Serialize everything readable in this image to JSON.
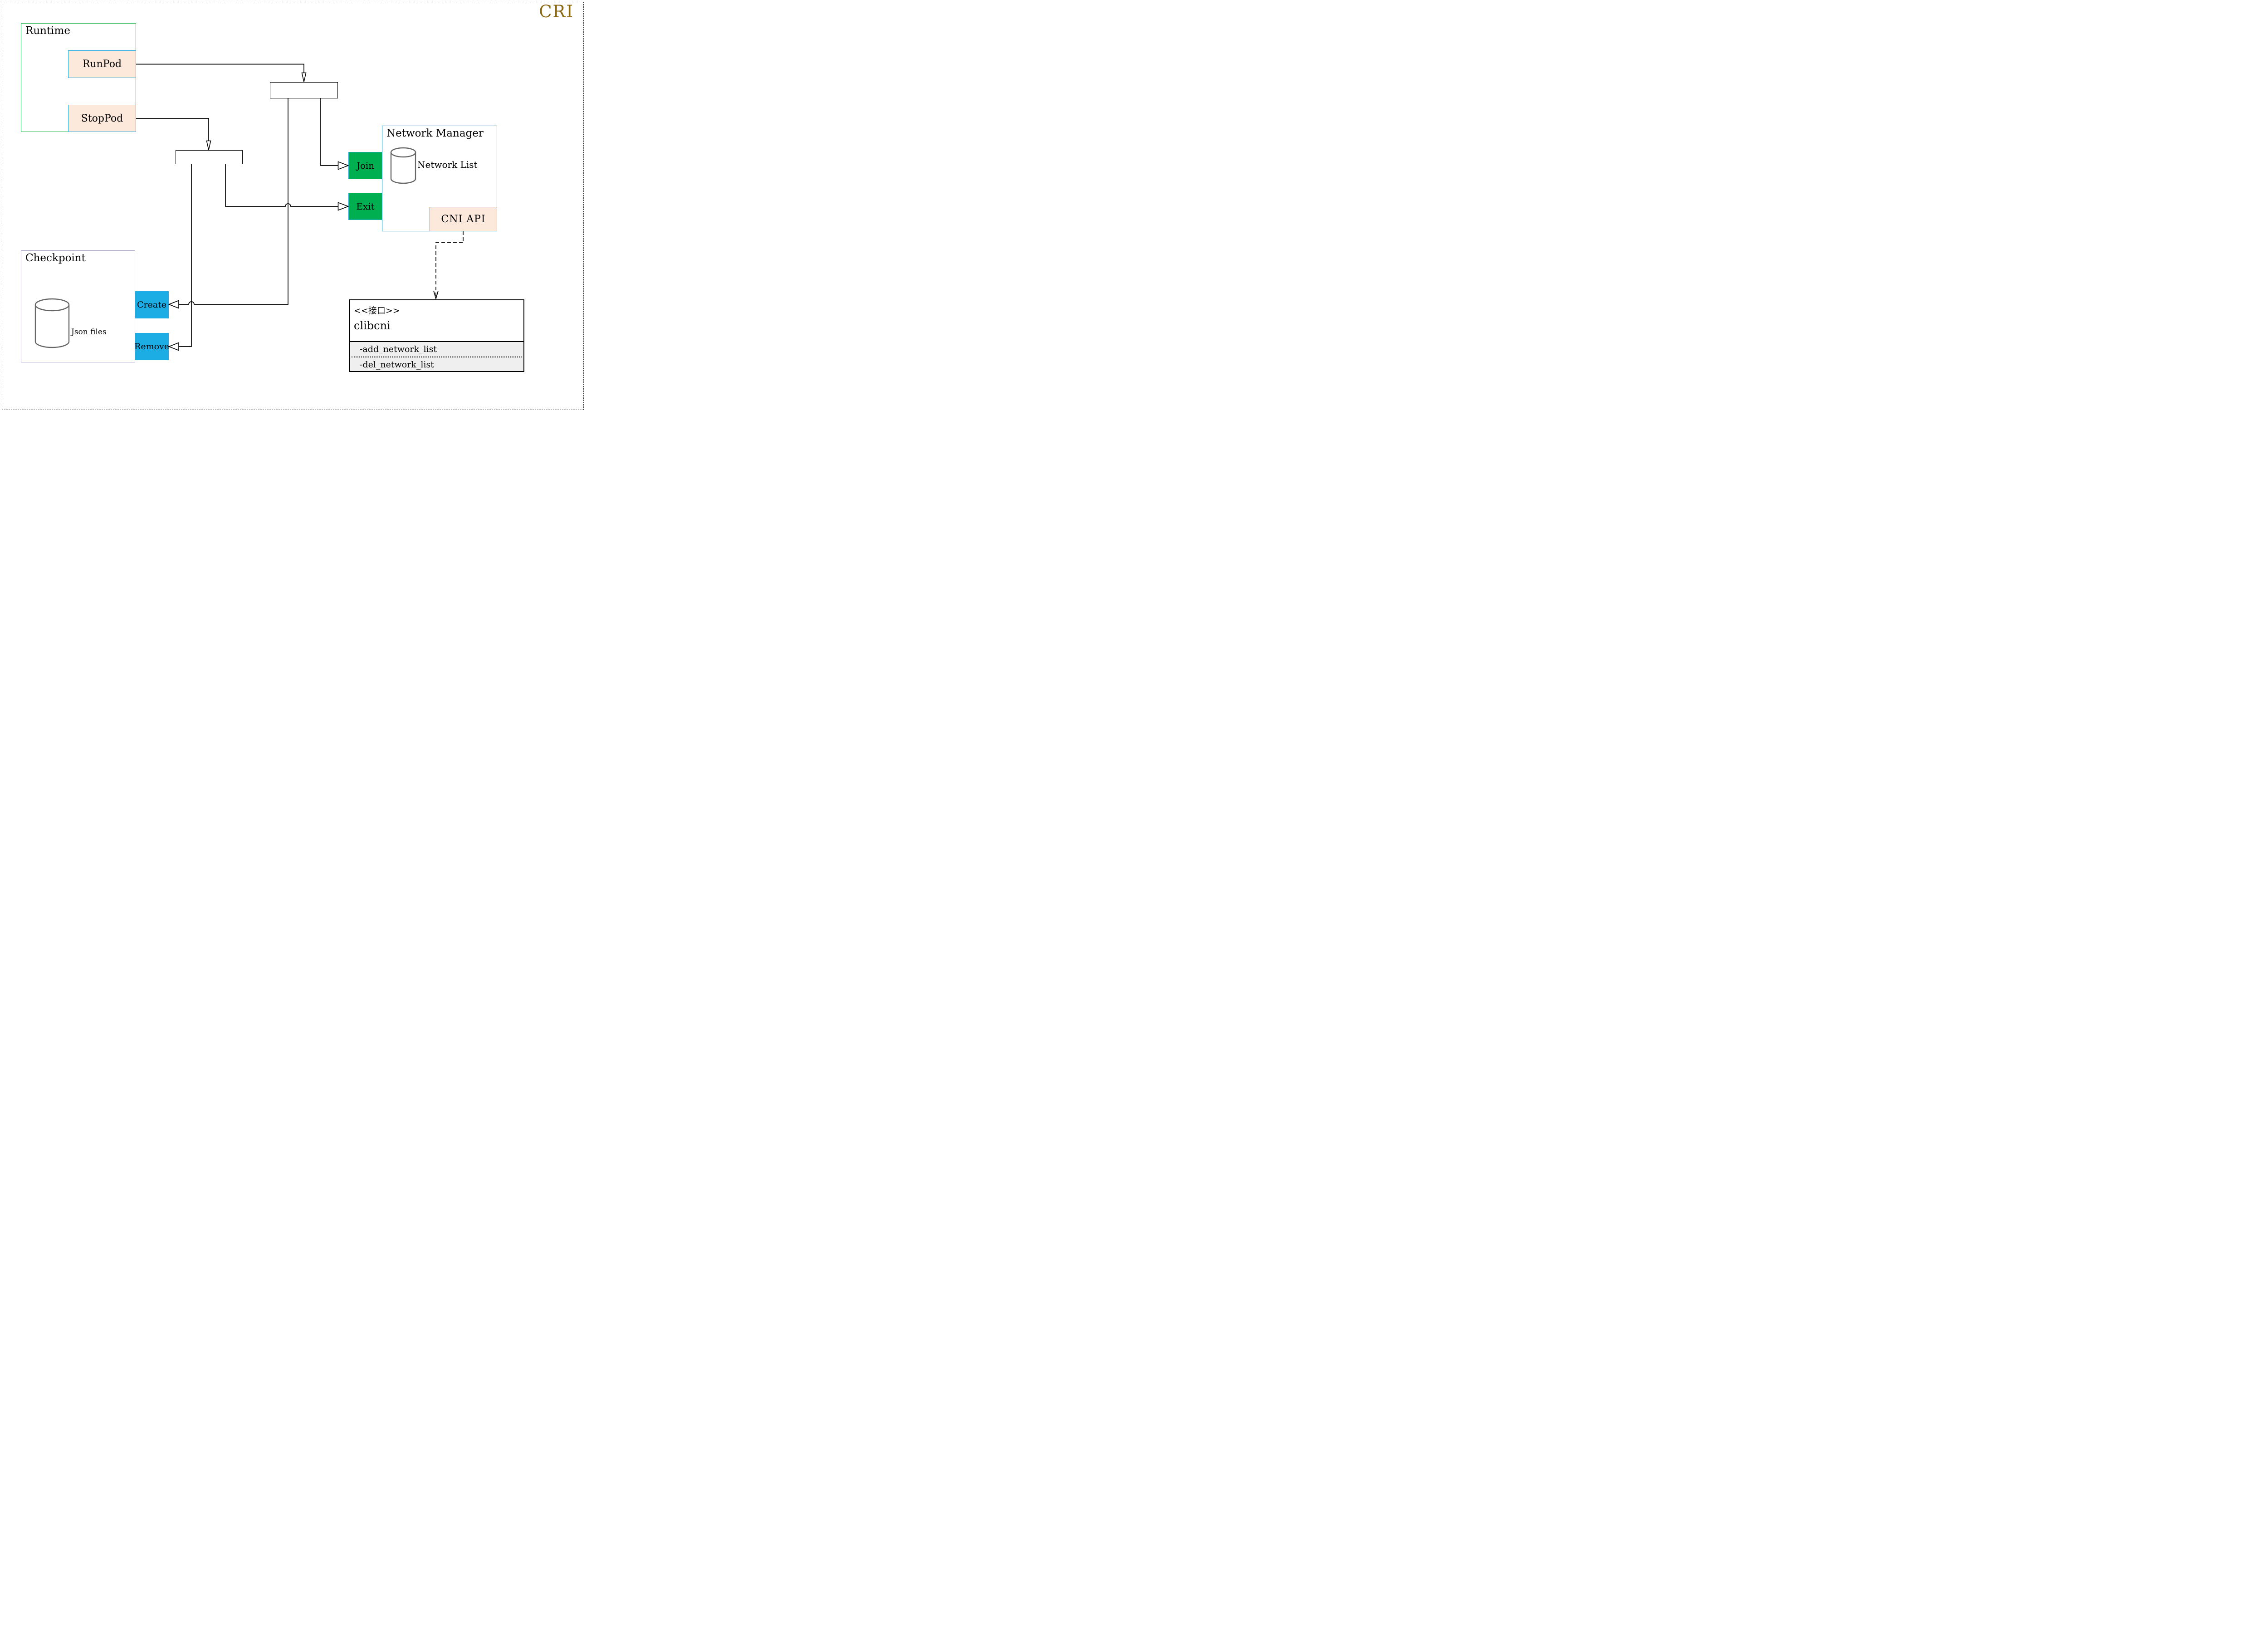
{
  "title": {
    "label": "CRI"
  },
  "colors": {
    "accent_gold": "#8B6914",
    "runtime_border": "#22B14C",
    "checkpoint_border": "#A89CC8",
    "network_manager_border": "#2878BE",
    "node_peach_fill": "#FCE9DB",
    "node_peach_border": "#29ABE2",
    "action_green": "#00B050",
    "action_blue": "#1CADE4",
    "method_section_bg": "#EFEFEF",
    "cylinder_stroke": "#666666",
    "line_black": "#000000"
  },
  "runtime": {
    "label": "Runtime",
    "operations": [
      {
        "label": "RunPod"
      },
      {
        "label": "StopPod"
      }
    ]
  },
  "checkpoint": {
    "label": "Checkpoint",
    "datastore_label": "Json files",
    "operations": [
      {
        "label": "Create"
      },
      {
        "label": "Remove"
      }
    ]
  },
  "network_manager": {
    "label": "Network Manager",
    "datastore_label": "Network List",
    "operations": [
      {
        "label": "Join"
      },
      {
        "label": "Exit"
      }
    ],
    "api_label": "CNI API"
  },
  "interface": {
    "stereotype": "<<接口>>",
    "name": "clibcni",
    "methods": [
      {
        "label": "-add_network_list"
      },
      {
        "label": "-del_network_list"
      }
    ]
  }
}
